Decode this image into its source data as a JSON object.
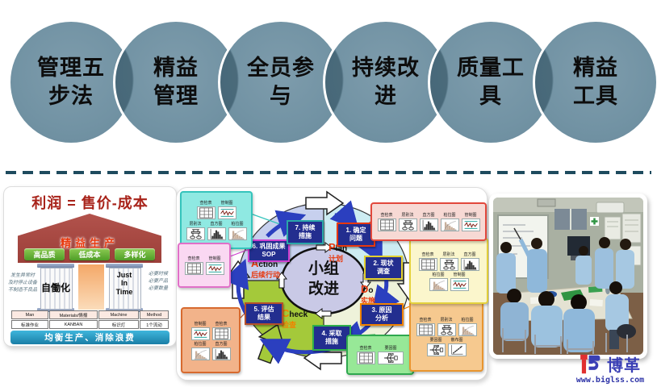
{
  "circles": {
    "fill": "#7293a4",
    "overlap_shade": "#3f6a7e",
    "items": [
      {
        "label": "管理五\n步法"
      },
      {
        "label": "精益\n管理"
      },
      {
        "label": "全员参\n与"
      },
      {
        "label": "持续改\n进"
      },
      {
        "label": "质量工\n具"
      },
      {
        "label": "精益\n工具"
      }
    ]
  },
  "left_card": {
    "title": "利润 = 售价-成本",
    "roof": "精益生产",
    "benefits": [
      "高品质",
      "低成本",
      "多样化"
    ],
    "left_note": "发生异常时\n及时停止设备\n不制造不良品",
    "pillar_left": "自働化",
    "pillar_right": "Just\nIn\nTime",
    "right_note": "必要时候\n必要产品\n必要数量",
    "table": {
      "headers": [
        "Man",
        "Materials/情报",
        "Machine",
        "Method"
      ],
      "row": [
        "标准作业",
        "KANBAN",
        "标识灯",
        "1个流动"
      ]
    },
    "bottom_bar": "均衡生产、消除浪费"
  },
  "pdca": {
    "center": "小组\n改进",
    "phases": [
      {
        "initial": "P",
        "rest": "lan",
        "zh": "计划",
        "accent": "#e8380d"
      },
      {
        "initial": "D",
        "rest": "o",
        "zh": "实施",
        "accent": "#e8380d"
      },
      {
        "initial": "C",
        "rest": "heck",
        "zh": "检查",
        "accent": "#f08300"
      },
      {
        "initial": "A",
        "rest": "ction",
        "zh": "后续行动",
        "accent": "#e8380d"
      }
    ],
    "steps": [
      {
        "label": "1. 确定\n问题",
        "border": "#e8380d"
      },
      {
        "label": "2. 现状\n调查",
        "border": "#e3d02f"
      },
      {
        "label": "3. 原因\n分析",
        "border": "#f08300"
      },
      {
        "label": "4. 采取\n措施",
        "border": "#2fae4a"
      },
      {
        "label": "5. 评估\n结果",
        "border": "#b5502a"
      },
      {
        "label": "6. 巩固成果\nSOP",
        "border": "#cf3fcf"
      },
      {
        "label": "7. 持续\n措施",
        "border": "#2aa8a8"
      }
    ],
    "quadrant_colors": {
      "plan": "#cdecf2",
      "do": "#eef2da",
      "check": "#a4c93a",
      "action": "#c7d0ee"
    },
    "step_box_fill": "#232e8f",
    "arrow_blue": "#2b3fbf",
    "toolboxes": [
      {
        "pos": "top-left",
        "bg": "#8fe9e2",
        "border": "#35c4bc",
        "tools": [
          {
            "n": "查检表"
          },
          {
            "n": "管制图"
          },
          {
            "n": "层别法"
          },
          {
            "n": "直方图"
          },
          {
            "n": "柏拉图"
          }
        ]
      },
      {
        "pos": "left",
        "bg": "#fad8f2",
        "border": "#e070c8",
        "tools": [
          {
            "n": "查检表"
          },
          {
            "n": "管制图"
          }
        ]
      },
      {
        "pos": "bottom-left",
        "bg": "#f2b38a",
        "border": "#d76a2f",
        "tools": [
          {
            "n": "管制图"
          },
          {
            "n": "查检表"
          },
          {
            "n": "柏拉图"
          },
          {
            "n": "直方图"
          }
        ]
      },
      {
        "pos": "bottom",
        "bg": "#97e897",
        "border": "#2fa84f",
        "tools": [
          {
            "n": "查检表"
          },
          {
            "n": "要因图"
          }
        ]
      },
      {
        "pos": "bottom-right",
        "bg": "#f6c98f",
        "border": "#e8952f",
        "tools": [
          {
            "n": "查检表"
          },
          {
            "n": "层别法"
          },
          {
            "n": "柏拉图"
          },
          {
            "n": "要因图"
          },
          {
            "n": "散布图"
          }
        ]
      },
      {
        "pos": "right",
        "bg": "#fbf6cc",
        "border": "#e5d23c",
        "tools": [
          {
            "n": "查检表"
          },
          {
            "n": "层别法"
          },
          {
            "n": "直方图"
          },
          {
            "n": "柏拉图"
          },
          {
            "n": "管制图"
          }
        ]
      },
      {
        "pos": "top-right",
        "bg": "#f7d9d4",
        "border": "#e2483c",
        "tools": [
          {
            "n": "查检表"
          },
          {
            "n": "层别法"
          },
          {
            "n": "直方图"
          },
          {
            "n": "柏拉图"
          },
          {
            "n": "管制图"
          }
        ]
      }
    ]
  },
  "logo": {
    "brand": "博革",
    "url": "www.biglss.com",
    "red": "#e03030",
    "blue": "#3a3fb5"
  },
  "colors": {
    "dashed_divider": "#1e4b5e",
    "title_red": "#a8231a",
    "bluebar": "#1a7ea6",
    "benefit_green": "#4f9d27"
  }
}
